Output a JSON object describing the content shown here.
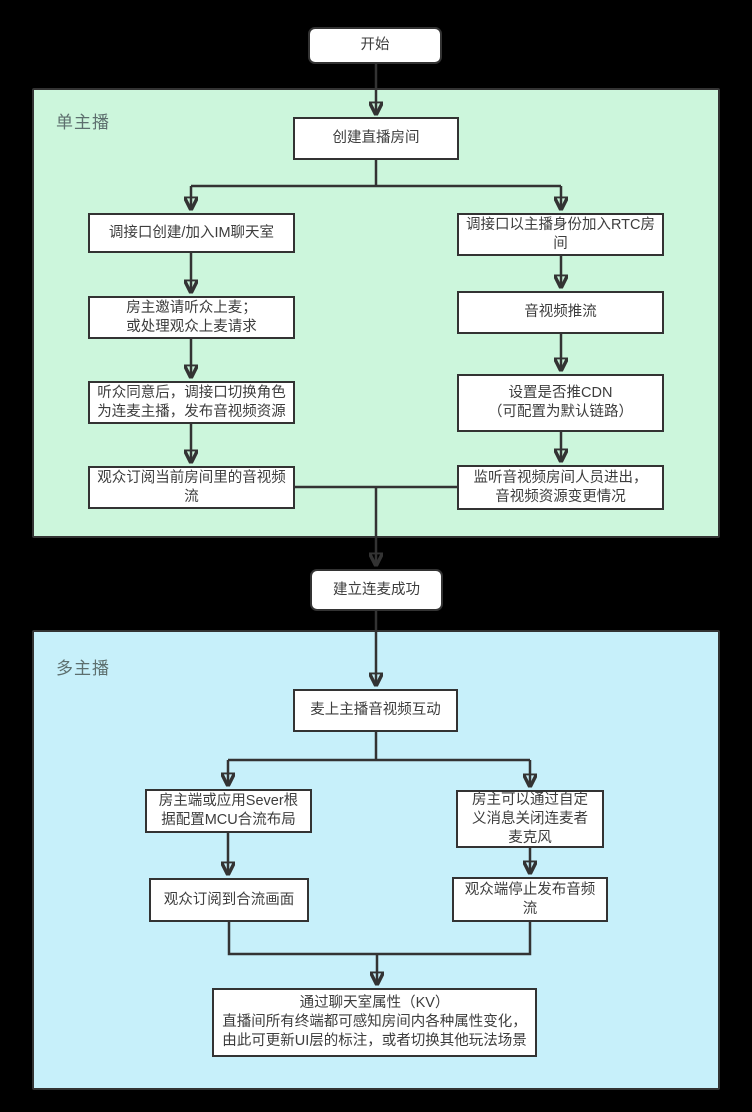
{
  "colors": {
    "background": "#000000",
    "single_host_section": "#ccf6dc",
    "multi_host_section": "#c7f0fa",
    "node_fill": "#ffffff",
    "node_border": "#333333",
    "node_text": "#3d3d3d",
    "connector": "#333333",
    "section_label": "#5d6f6e"
  },
  "sections": {
    "single_host": {
      "label": "单主播"
    },
    "multi_host": {
      "label": "多主播"
    }
  },
  "nodes": {
    "start": {
      "label": "开始"
    },
    "create_room": {
      "label": "创建直播房间"
    },
    "im_chatroom": {
      "label": "调接口创建/加入IM聊天室"
    },
    "invite_mic": {
      "label": "房主邀请听众上麦；\n或处理观众上麦请求"
    },
    "switch_role": {
      "label": "听众同意后，调接口切换角色\n为连麦主播，发布音视频资源"
    },
    "subscribe_stream": {
      "label": "观众订阅当前房间里的音视频\n流"
    },
    "join_rtc": {
      "label": "调接口以主播身份加入RTC房\n间"
    },
    "push_stream": {
      "label": "音视频推流"
    },
    "cdn_config": {
      "label": "设置是否推CDN\n（可配置为默认链路）"
    },
    "listen_room": {
      "label": "监听音视频房间人员进出，\n音视频资源变更情况"
    },
    "link_success": {
      "label": "建立连麦成功"
    },
    "mic_interact": {
      "label": "麦上主播音视频互动"
    },
    "mcu_layout": {
      "label": "房主端或应用Sever根\n据配置MCU合流布局"
    },
    "custom_msg": {
      "label": "房主可以通过自定\n义消息关闭连麦者\n麦克风"
    },
    "subscribe_mixed": {
      "label": "观众订阅到合流画面"
    },
    "stop_audio": {
      "label": "观众端停止发布音频\n流"
    },
    "kv_attr": {
      "label": "通过聊天室属性（KV）\n直播间所有终端都可感知房间内各种属性变化，\n由此可更新UI层的标注，或者切换其他玩法场景"
    }
  }
}
